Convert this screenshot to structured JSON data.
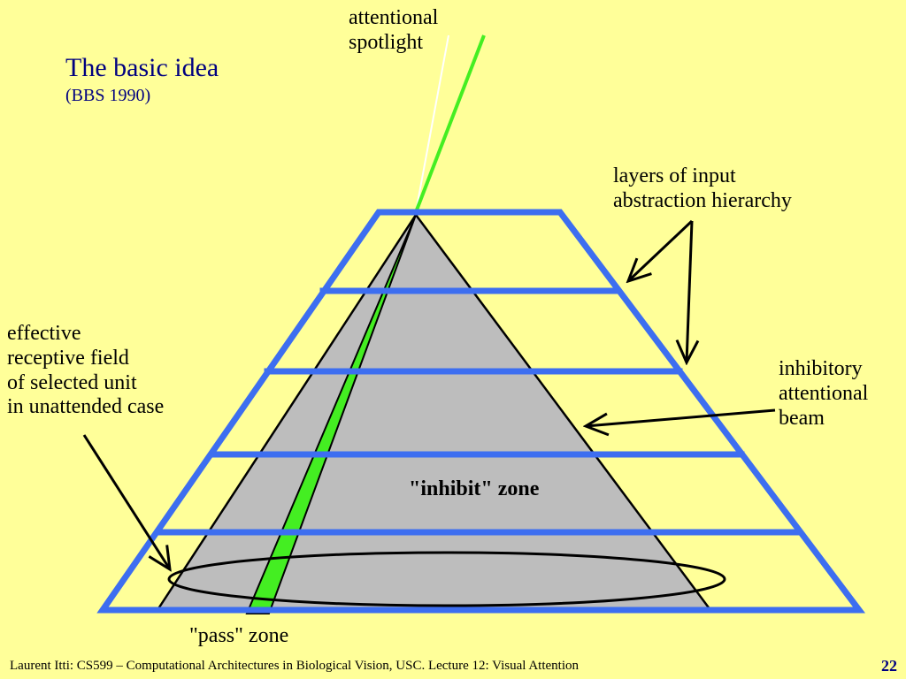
{
  "slide": {
    "title": "The basic idea",
    "subtitle": "(BBS 1990)",
    "labels": {
      "attentional_spotlight": "attentional\nspotlight",
      "layers": "layers of input\nabstraction hierarchy",
      "effective_field": "effective\nreceptive field\nof selected unit\nin unattended case",
      "inhibitory_beam": "inhibitory\nattentional\nbeam",
      "inhibit_zone": "\"inhibit\" zone",
      "pass_zone": "\"pass\" zone"
    },
    "footer": "Laurent Itti: CS599 – Computational Architectures in Biological Vision, USC. Lecture 12: Visual Attention",
    "page_number": "22"
  },
  "colors": {
    "background": "#ffff99",
    "layer_blue": "#3d6ef0",
    "beam_green": "#44ee22",
    "cone_gray": "#bdbdbd",
    "title_navy": "#000080"
  }
}
